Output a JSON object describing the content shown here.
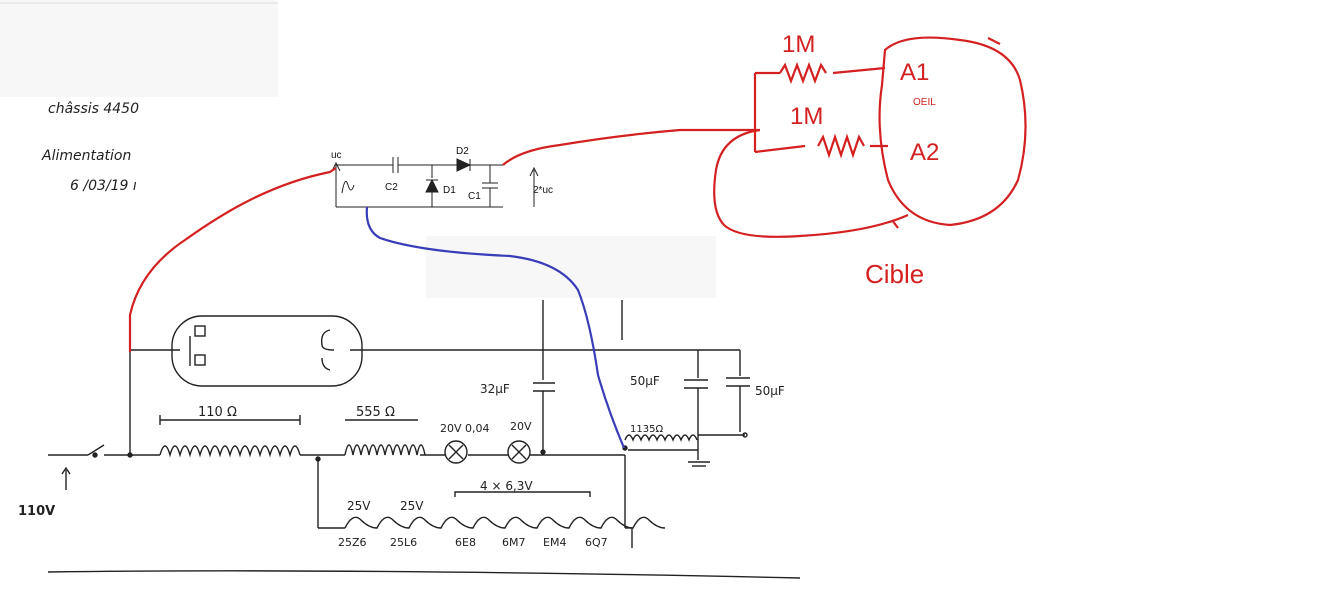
{
  "header_notes": {
    "chassis": "châssis 4450",
    "alimentation": "Alimentation",
    "date": "6 /03/19 ı"
  },
  "mains": {
    "voltage": "110V"
  },
  "filaments": {
    "resistor_1": "110 Ω",
    "resistor_2": "555 Ω",
    "lamp_1": "20V 0,04",
    "lamp_2": "20V",
    "group_label": "4 × 6,3V",
    "tube_25z6_voltage": "25V",
    "tube_25l6_voltage": "25V",
    "tubes": [
      "25Z6",
      "25L6",
      "6E8",
      "6M7",
      "EM4",
      "6Q7"
    ]
  },
  "filter": {
    "cap_1": "32µF",
    "cap_2": "50µF",
    "cap_3": "50µF",
    "choke": "1135Ω"
  },
  "doubler": {
    "input_label": "uc",
    "output_label": "2*uc",
    "parts": [
      "C2",
      "D1",
      "D2",
      "C1"
    ]
  },
  "target": {
    "r1": "1M",
    "r2": "1M",
    "anode_1": "A1",
    "anode_2": "A2",
    "eye_label": "OEIL",
    "title": "Cible"
  },
  "colors": {
    "ink": "#222222",
    "red": "#d42020",
    "blue": "#3a3db8"
  }
}
